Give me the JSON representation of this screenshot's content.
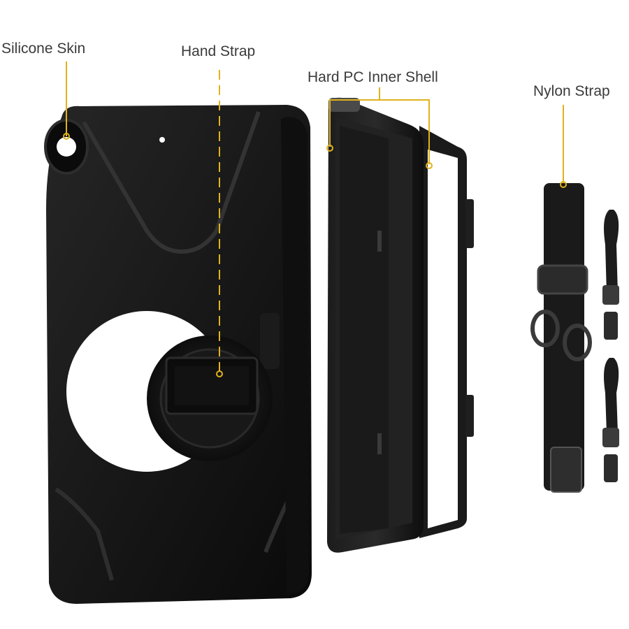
{
  "labels": {
    "silicone_skin": "Silicone Skin",
    "hand_strap": "Hand Strap",
    "hard_pc_inner_shell": "Hard PC Inner Shell",
    "nylon_strap": "Nylon Strap"
  },
  "colors": {
    "callout": "#e0b21e",
    "case_black": "#141414",
    "case_highlight": "#3a3a3a",
    "label_text": "#3a3a3a"
  }
}
